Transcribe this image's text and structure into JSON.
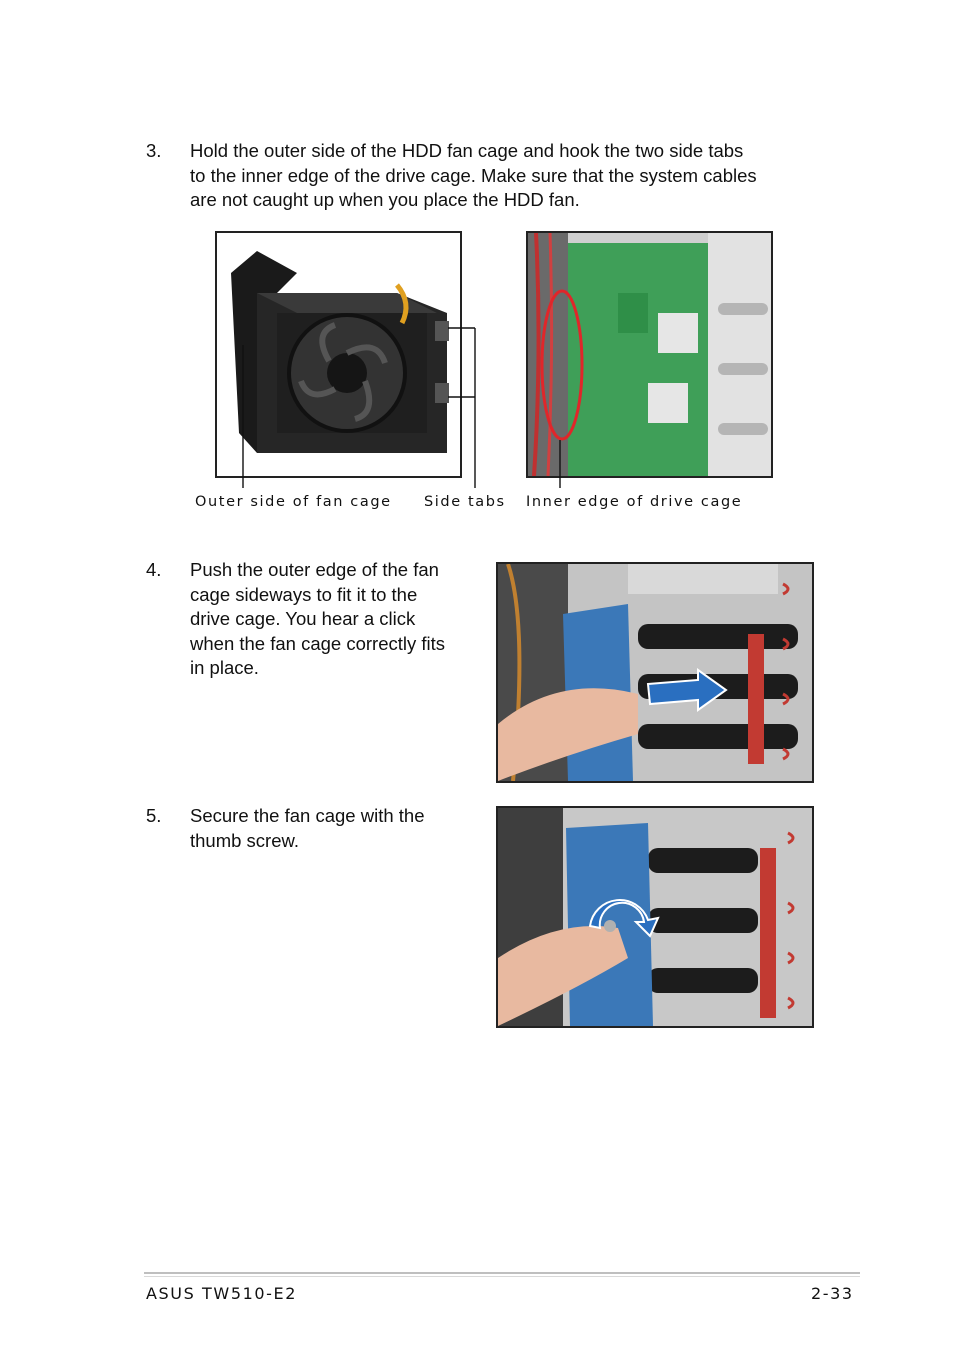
{
  "steps": [
    {
      "number": "3.",
      "lines": [
        "Hold the outer side of the HDD fan cage and hook the two side tabs",
        "to the inner edge of the drive cage. Make sure that the system cables",
        "are not caught up when you place the HDD fan."
      ]
    },
    {
      "number": "4.",
      "lines": [
        "Push the outer edge of the fan",
        "cage sideways to fit it to the",
        "drive cage. You hear a click",
        "when the fan cage correctly fits",
        "in place."
      ]
    },
    {
      "number": "5.",
      "lines": [
        "Secure the fan cage with the",
        "thumb screw."
      ]
    }
  ],
  "callouts": {
    "outer_side": "Outer side of fan cage",
    "side_tabs": "Side tabs",
    "inner_edge": "Inner edge of drive cage"
  },
  "footer": {
    "product": "ASUS TW510-E2",
    "page_number": "2-33"
  },
  "colors": {
    "highlight_circle": "#e0262a",
    "arrow_blue": "#2a6fc0",
    "fan_cage_blue": "#3b78b8",
    "pcb_green": "#3f9f58"
  }
}
